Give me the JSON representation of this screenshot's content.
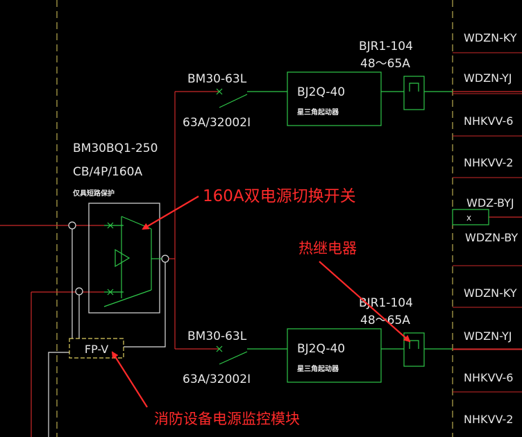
{
  "colors": {
    "background": "#000000",
    "busbar_red": "#cc2a2a",
    "aux_white": "#e0e0e0",
    "component_green": "#2fc94a",
    "frame_yellow": "#e0d060",
    "annotation_red": "#ff2a2a"
  },
  "ats": {
    "model": "BM30BQ1-250",
    "rating": "CB/4P/160A",
    "note": "仅具短路保护"
  },
  "fire_monitor": {
    "label": "FP-V"
  },
  "branches": [
    {
      "breaker_model": "BM30-63L",
      "breaker_rating": "63A/32002I",
      "starter_model": "BJ2Q-40",
      "starter_desc": "星三角起动器",
      "relay_model": "BJR1-104",
      "relay_range": "48～65A"
    },
    {
      "breaker_model": "BM30-63L",
      "breaker_rating": "63A/32002I",
      "starter_model": "BJ2Q-40",
      "starter_desc": "星三角起动器",
      "relay_model": "BJR1-104",
      "relay_range": "48～65A"
    }
  ],
  "cables": [
    "WDZN-KY",
    "WDZN-YJ",
    "NHKVV-6",
    "NHKVV-2",
    "WDZ-BYJ",
    "WDZN-BY",
    "WDZN-KY",
    "WDZN-YJ",
    "NHKVV-6",
    "NHKVV-2"
  ],
  "cable_box_mark": "x",
  "annotations": {
    "ats_switch": "160A双电源切换开关",
    "thermal_relay": "热继电器",
    "fire_monitor": "消防设备电源监控模块"
  }
}
